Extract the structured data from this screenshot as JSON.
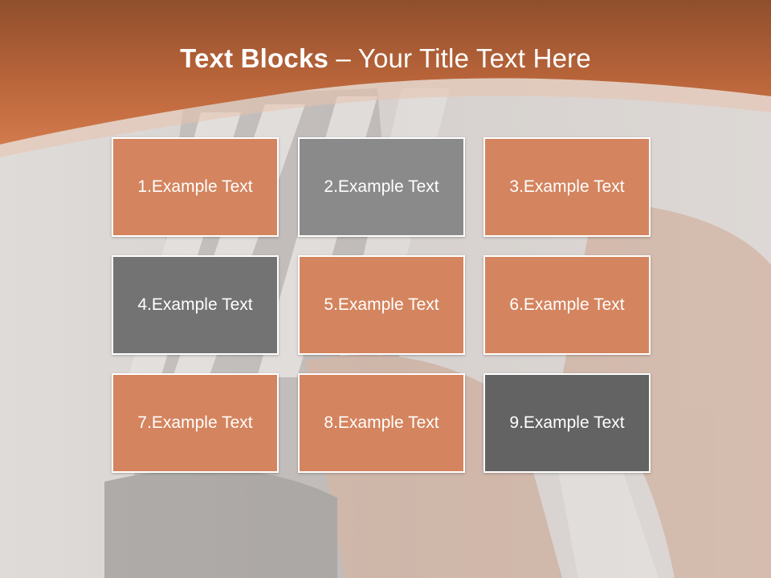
{
  "title": {
    "bold": "Text Blocks",
    "separator": " – ",
    "rest": "Your Title Text Here"
  },
  "colors": {
    "header": "#c86e42",
    "orange_block": "#d4845e",
    "gray_light_block": "#8a8a8a",
    "gray_mid_block": "#737373",
    "gray_dark_block": "#636363"
  },
  "blocks": [
    {
      "label": "1.Example Text",
      "color": "#d4845e"
    },
    {
      "label": "2.Example Text",
      "color": "#8a8a8a"
    },
    {
      "label": "3.Example Text",
      "color": "#d4845e"
    },
    {
      "label": "4.Example Text",
      "color": "#737373"
    },
    {
      "label": "5.Example Text",
      "color": "#d4845e"
    },
    {
      "label": "6.Example Text",
      "color": "#d4845e"
    },
    {
      "label": "7.Example Text",
      "color": "#d4845e"
    },
    {
      "label": "8.Example Text",
      "color": "#d4845e"
    },
    {
      "label": "9.Example Text",
      "color": "#636363"
    }
  ]
}
